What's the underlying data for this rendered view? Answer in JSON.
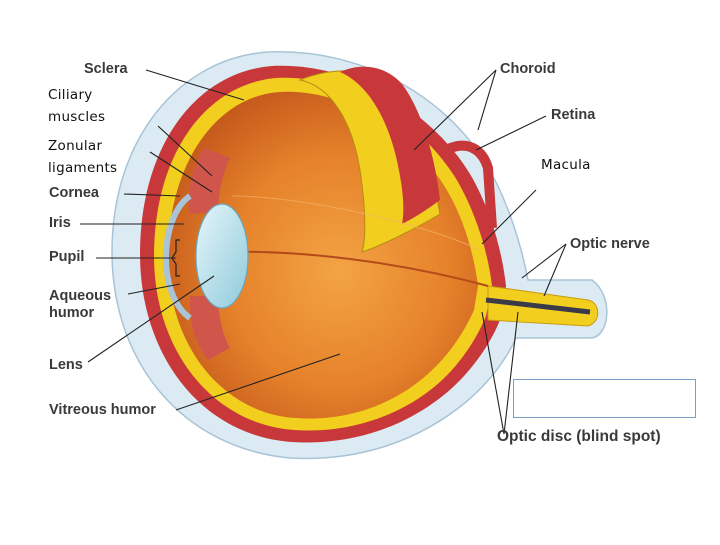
{
  "labels": {
    "sclera": "Sclera",
    "choroid": "Choroid",
    "retina": "Retina",
    "ciliary_muscles_line1": "Ciliary",
    "ciliary_muscles_line2": "muscles",
    "zonular_ligaments_line1": "Zonular",
    "zonular_ligaments_line2": "ligaments",
    "macula": "Macula",
    "cornea": "Cornea",
    "iris": "Iris",
    "pupil": "Pupil",
    "optic_nerve": "Optic nerve",
    "aqueous_humor_line1": "Aqueous",
    "aqueous_humor_line2": "humor",
    "lens": "Lens",
    "vitreous_humor": "Vitreous humor",
    "optic_disc": "Optic disc (blind spot)"
  },
  "colors": {
    "sclera": "#dceaf3",
    "choroid": "#c8383a",
    "retina": "#f2cf1e",
    "vitreous": "#e2852a",
    "lens": "#a8d8e4",
    "leader_line": "#222222"
  }
}
